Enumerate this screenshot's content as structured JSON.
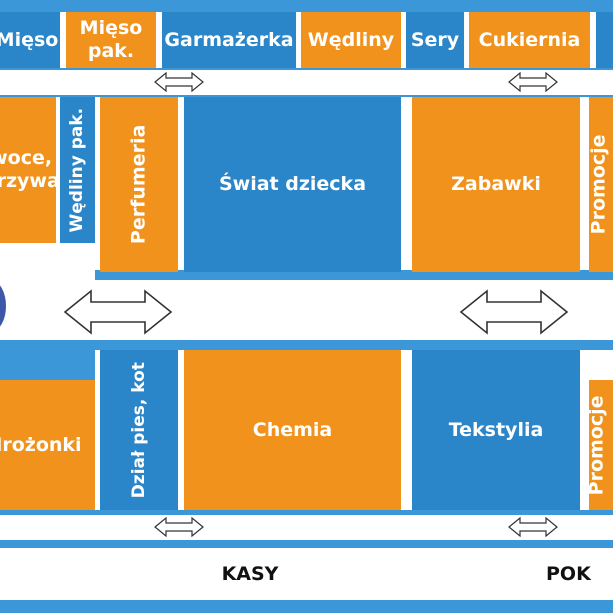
{
  "top_row": [
    "Mięso",
    "Mięso pak.",
    "Garmażerka",
    "Wędliny",
    "Sery",
    "Cukiernia"
  ],
  "upper_section": {
    "owoce_warzywa": "Owoce,\nwarzywa",
    "wedliny_pak": "Wędliny pak.",
    "perfumeria": "Perfumeria",
    "swiat_dziecka": "Świat dziecka",
    "zabawki": "Zabawki",
    "promocje": "Promocje"
  },
  "lower_section": {
    "mrozonki": "Mrożonki",
    "dzial_pies_kot": "Dział pies, kot",
    "chemia": "Chemia",
    "tekstylia": "Tekstylia",
    "promocje": "Promocje"
  },
  "bottom": {
    "kasy": "KASY",
    "pok": "POK"
  },
  "colors": {
    "blue": "#2a86c8",
    "orange": "#f0921c",
    "frame": "#3b97d8",
    "circle": "#3f57a8"
  },
  "icons": [
    "double-arrow-icon",
    "entrance-circle-icon"
  ]
}
